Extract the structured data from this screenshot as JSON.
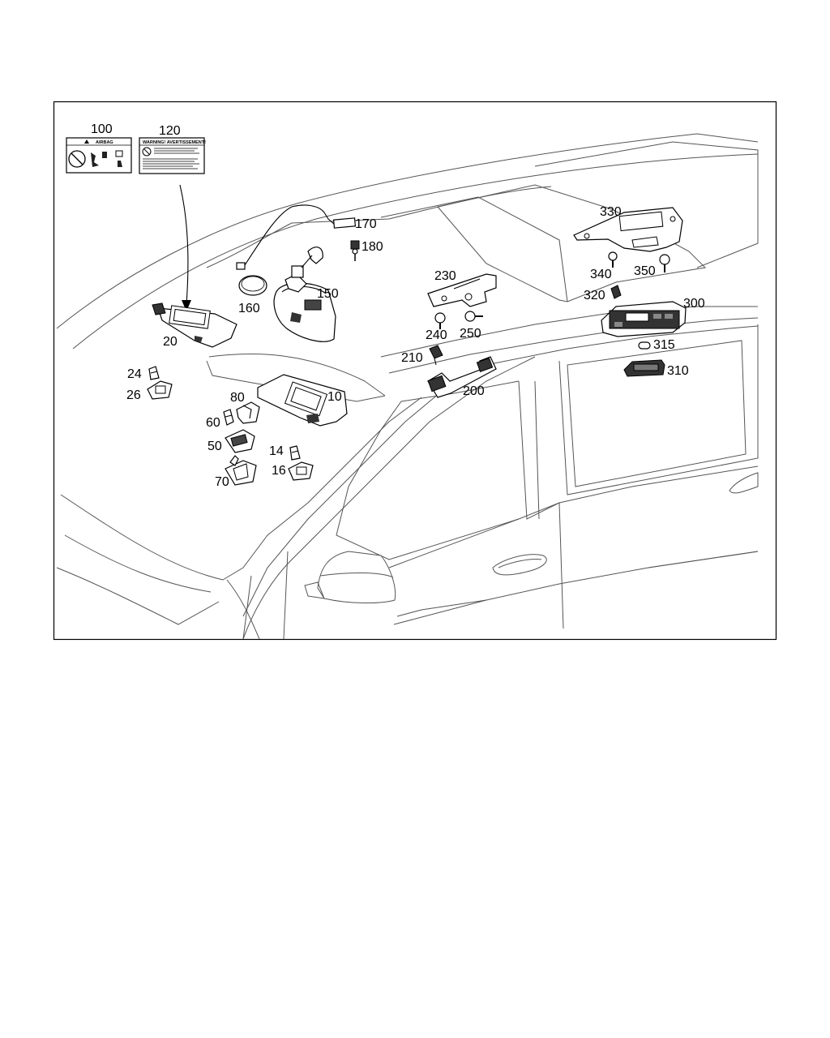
{
  "callouts": {
    "c100": "100",
    "c120": "120",
    "c170": "170",
    "c180": "180",
    "c330": "330",
    "c230": "230",
    "c340": "340",
    "c350": "350",
    "c160": "160",
    "c150": "150",
    "c320": "320",
    "c300": "300",
    "c20": "20",
    "c240": "240",
    "c250": "250",
    "c315": "315",
    "c210": "210",
    "c310": "310",
    "c24": "24",
    "c200": "200",
    "c26": "26",
    "c80": "80",
    "c10": "10",
    "c60": "60",
    "c50": "50",
    "c14": "14",
    "c16": "16",
    "c70": "70"
  },
  "labels": {
    "airbag_title": "AIRBAG",
    "warning_title": "WARNING! AVERTISSEMENT!"
  }
}
